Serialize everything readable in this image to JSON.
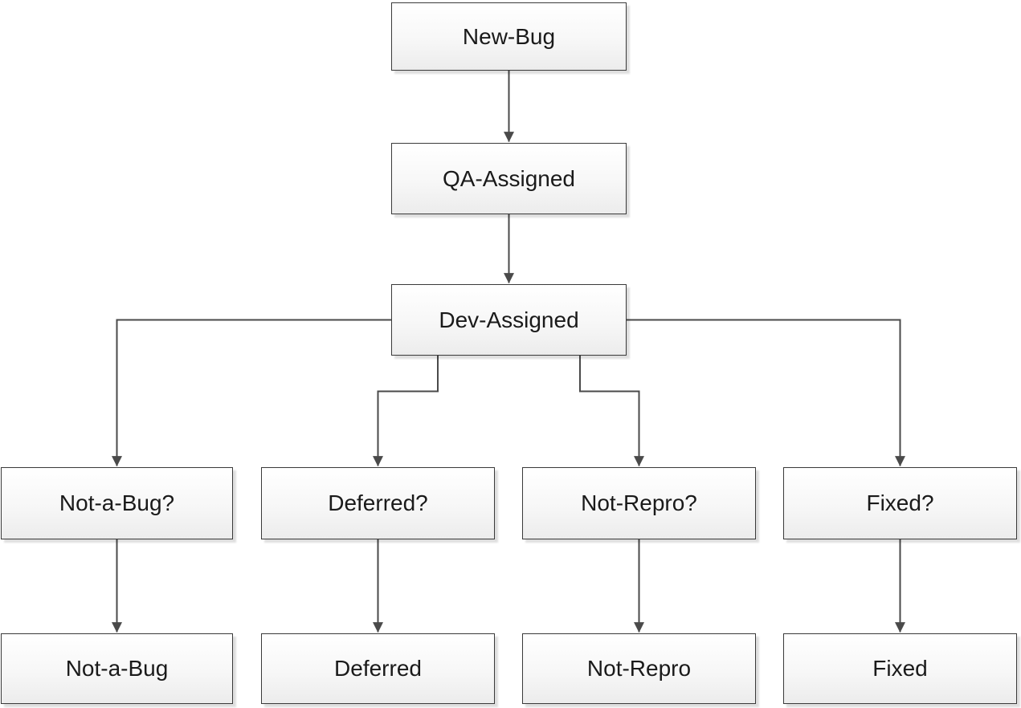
{
  "diagram": {
    "nodes": [
      {
        "id": "new-bug",
        "label": "New-Bug"
      },
      {
        "id": "qa-assigned",
        "label": "QA-Assigned"
      },
      {
        "id": "dev-assigned",
        "label": "Dev-Assigned"
      },
      {
        "id": "not-a-bug-question",
        "label": "Not-a-Bug?"
      },
      {
        "id": "deferred-question",
        "label": "Deferred?"
      },
      {
        "id": "not-repro-question",
        "label": "Not-Repro?"
      },
      {
        "id": "fixed-question",
        "label": "Fixed?"
      },
      {
        "id": "not-a-bug",
        "label": "Not-a-Bug"
      },
      {
        "id": "deferred",
        "label": "Deferred"
      },
      {
        "id": "not-repro",
        "label": "Not-Repro"
      },
      {
        "id": "fixed",
        "label": "Fixed"
      }
    ],
    "edges": [
      {
        "from": "New-Bug",
        "to": "QA-Assigned"
      },
      {
        "from": "QA-Assigned",
        "to": "Dev-Assigned"
      },
      {
        "from": "Dev-Assigned",
        "to": "Not-a-Bug?"
      },
      {
        "from": "Dev-Assigned",
        "to": "Deferred?"
      },
      {
        "from": "Dev-Assigned",
        "to": "Not-Repro?"
      },
      {
        "from": "Dev-Assigned",
        "to": "Fixed?"
      },
      {
        "from": "Not-a-Bug?",
        "to": "Not-a-Bug"
      },
      {
        "from": "Deferred?",
        "to": "Deferred"
      },
      {
        "from": "Not-Repro?",
        "to": "Not-Repro"
      },
      {
        "from": "Fixed?",
        "to": "Fixed"
      }
    ]
  },
  "colors": {
    "node-border": "#3a3a3a",
    "node-fill-top": "#ffffff",
    "node-fill-mid": "#f7f7f7",
    "node-fill-bottom": "#ececec",
    "connector": "#4a4a4a",
    "text": "#1a1a1a",
    "background": "#ffffff"
  }
}
